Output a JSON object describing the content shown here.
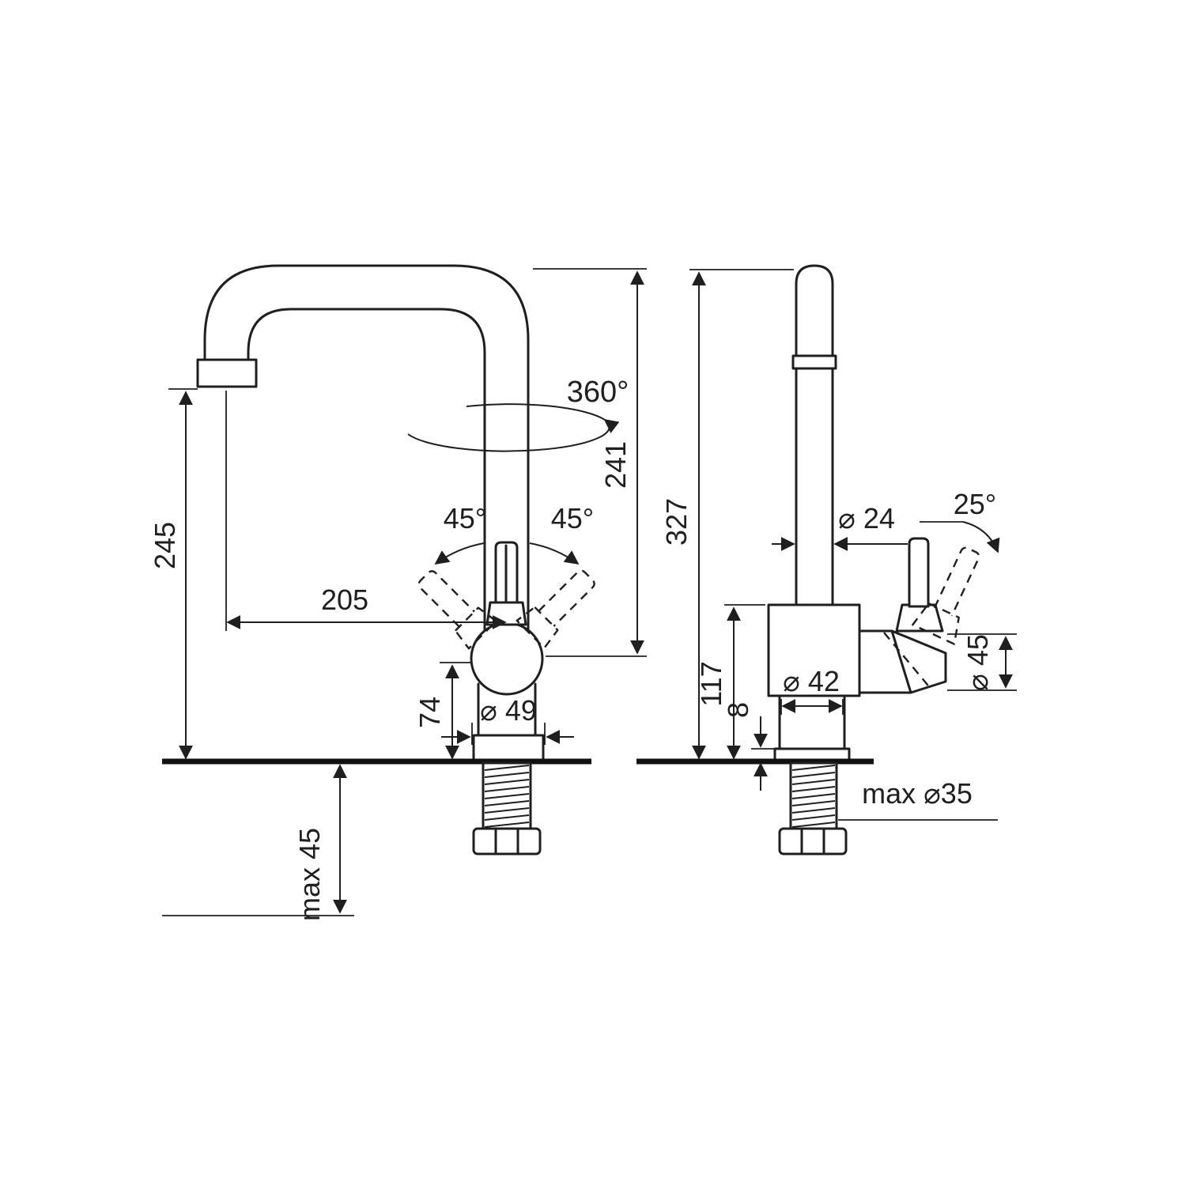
{
  "diagram": {
    "left_view": {
      "spout_height": "245",
      "spout_reach": "205",
      "height_to_underside": "241",
      "swivel": "360°",
      "lever_left": "45°",
      "lever_right": "45°",
      "body_height": "74",
      "base_diameter": "⌀ 49",
      "max_counter_thickness": "max 45"
    },
    "right_view": {
      "total_height": "327",
      "body_top_height": "117",
      "base_plate_height": "8",
      "body_diameter": "⌀ 42",
      "pipe_diameter": "⌀ 24",
      "lever_tilt": "25°",
      "lever_housing_diameter": "⌀ 45",
      "mounting_hole": "max ⌀35"
    }
  }
}
